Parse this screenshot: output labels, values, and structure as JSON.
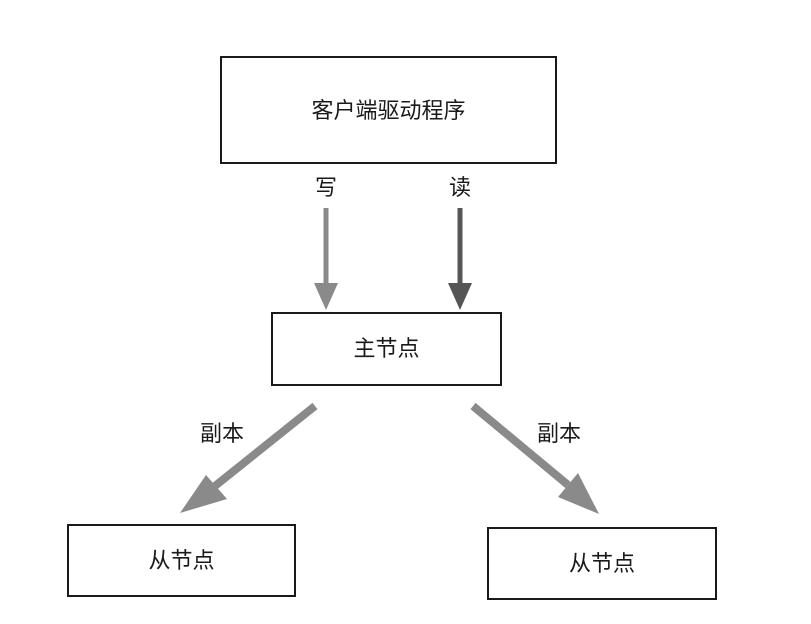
{
  "diagram": {
    "nodes": {
      "client": {
        "label": "客户端驱动程序"
      },
      "primary": {
        "label": "主节点"
      },
      "secondary_left": {
        "label": "从节点"
      },
      "secondary_right": {
        "label": "从节点"
      }
    },
    "edges": {
      "write": {
        "label": "写"
      },
      "read": {
        "label": "读"
      },
      "replica_left": {
        "label": "副本"
      },
      "replica_right": {
        "label": "副本"
      }
    },
    "colors": {
      "box_stroke": "#1a1a1a",
      "arrow_gray": "#8a8a8a",
      "arrow_dark": "#555555",
      "text": "#1a1a1a"
    }
  }
}
